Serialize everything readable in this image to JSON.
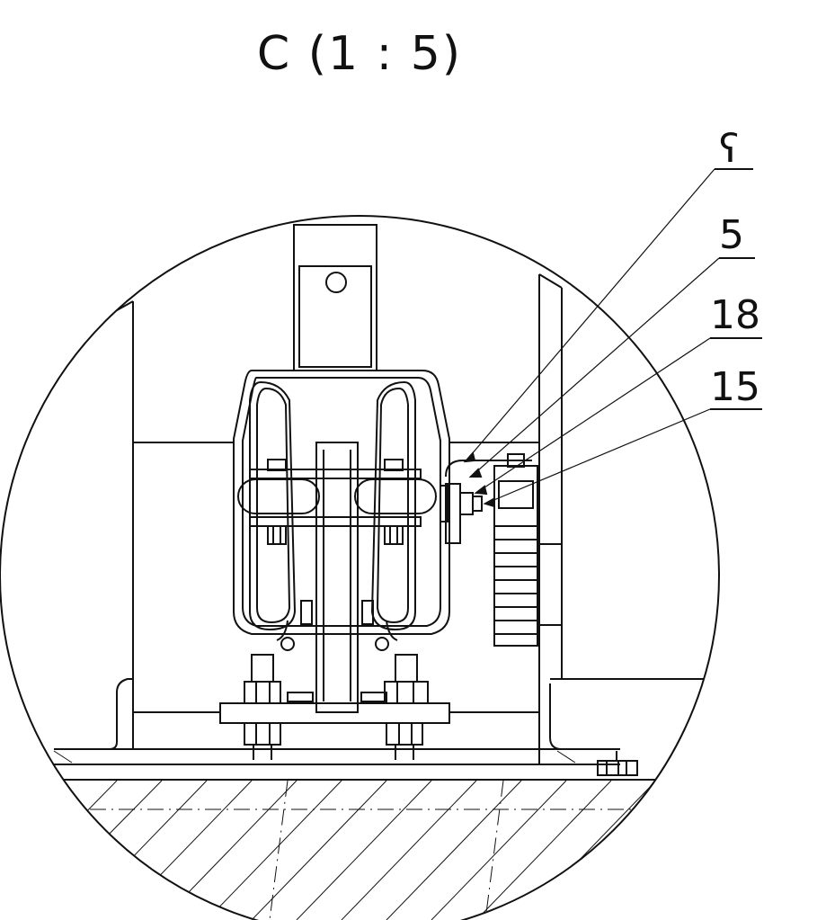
{
  "view": {
    "title": "C  (1 : 5)"
  },
  "callouts": [
    {
      "label": "ʕ"
    },
    {
      "label": "5"
    },
    {
      "label": "18"
    },
    {
      "label": "15"
    }
  ]
}
